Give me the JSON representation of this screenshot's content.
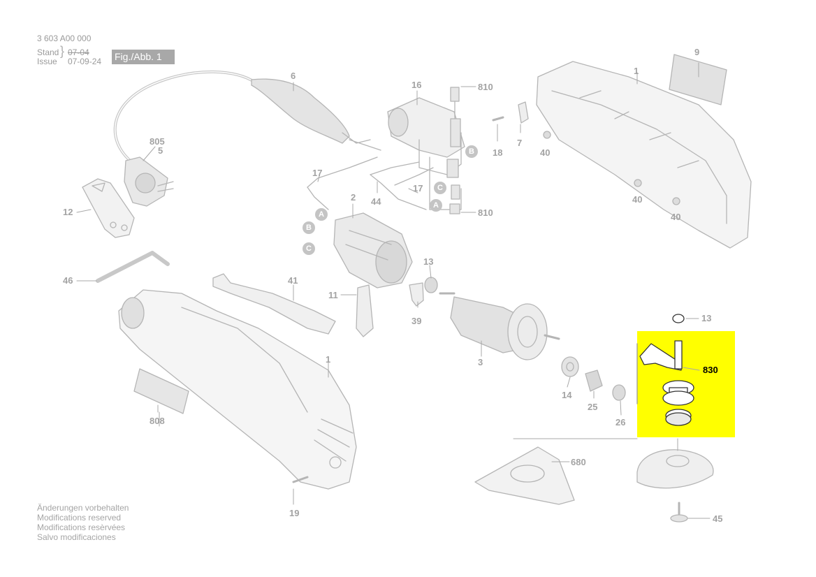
{
  "header": {
    "drawing_number": "3 603 A00 000",
    "stand_label": "Stand",
    "issue_label": "Issue",
    "old_date_struck": "07-04",
    "issue_date": "07-09-24",
    "figure_label": "Fig./Abb. 1"
  },
  "footer_notes": [
    "Änderungen vorbehalten",
    "Modifications reserved",
    "Modifications resèrvées",
    "Salvo modificaciones"
  ],
  "part_numbers": [
    "1",
    "9",
    "1",
    "6",
    "16",
    "810",
    "805",
    "5",
    "18",
    "7",
    "40",
    "17",
    "B",
    "17",
    "44",
    "C",
    "A",
    "810",
    "40",
    "40",
    "12",
    "2",
    "A",
    "B",
    "C",
    "13",
    "46",
    "41",
    "11",
    "39",
    "3",
    "13",
    "830",
    "14",
    "25",
    "26",
    "808",
    "680",
    "19",
    "45"
  ],
  "highlight": {
    "part": "830",
    "color": "#ffff00"
  },
  "connector_letters": [
    "A",
    "B",
    "C"
  ],
  "colors": {
    "linework": "#b5b5b5",
    "badge": "#a8a8a8",
    "labels": "#a3a3a3",
    "highlight": "#ffff00"
  }
}
